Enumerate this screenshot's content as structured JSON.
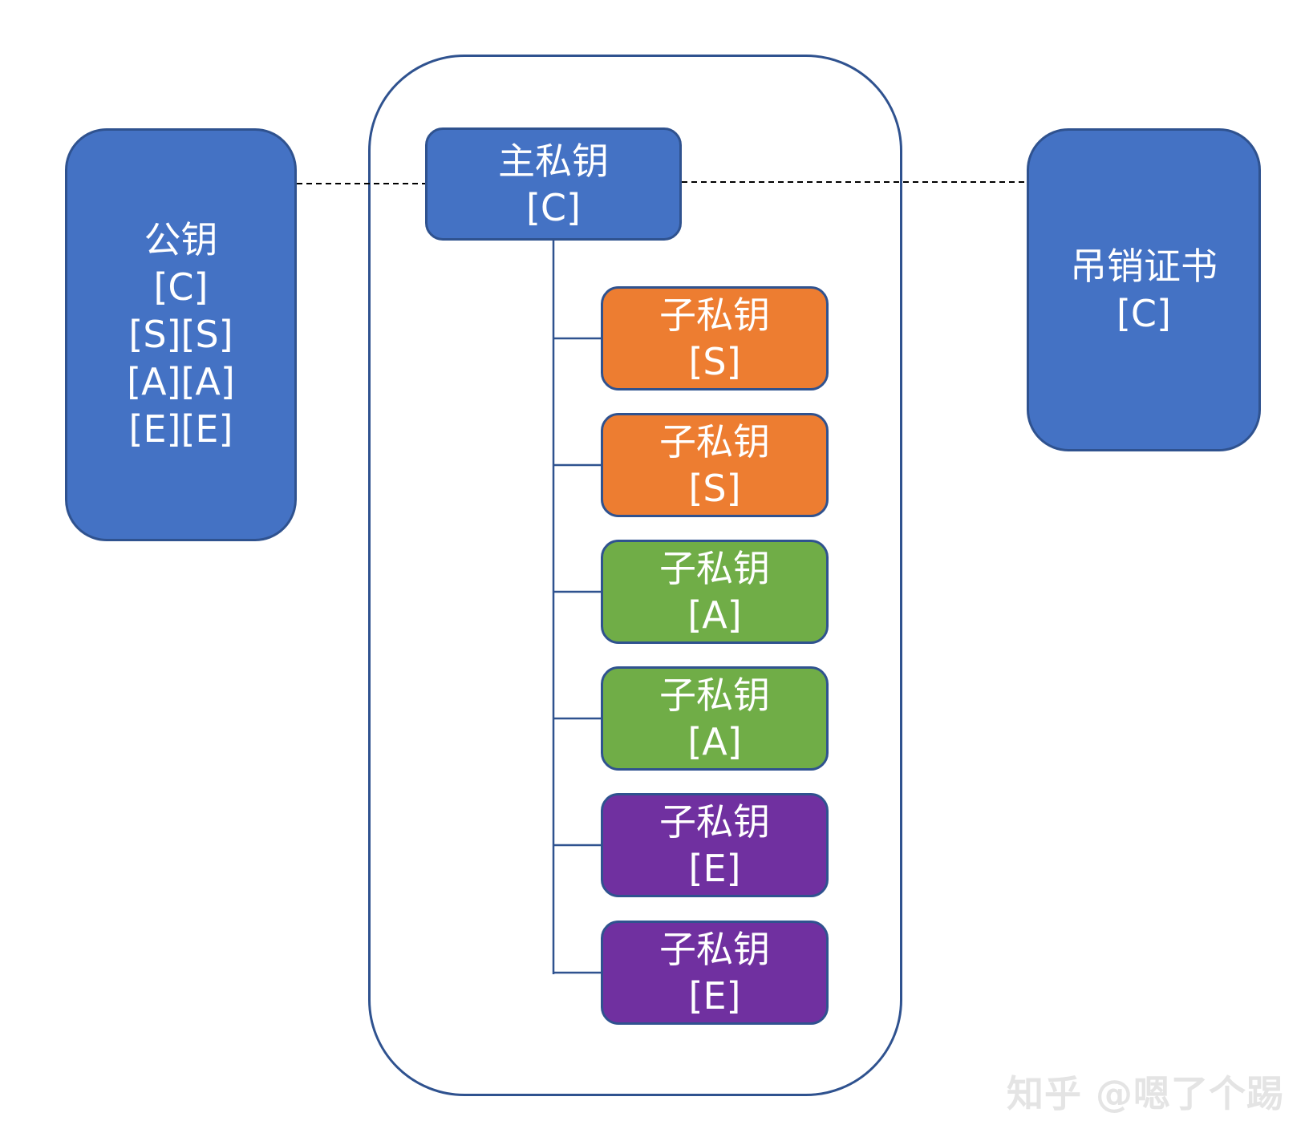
{
  "public_key": {
    "lines": [
      "公钥",
      "[C]",
      "[S][S]",
      "[A][A]",
      "[E][E]"
    ]
  },
  "master_key": {
    "lines": [
      "主私钥",
      "[C]"
    ]
  },
  "subkeys": [
    {
      "title": "子私钥",
      "tag": "[S]",
      "color": "#ed7d31"
    },
    {
      "title": "子私钥",
      "tag": "[S]",
      "color": "#ed7d31"
    },
    {
      "title": "子私钥",
      "tag": "[A]",
      "color": "#70ad47"
    },
    {
      "title": "子私钥",
      "tag": "[A]",
      "color": "#70ad47"
    },
    {
      "title": "子私钥",
      "tag": "[E]",
      "color": "#7030a0"
    },
    {
      "title": "子私钥",
      "tag": "[E]",
      "color": "#7030a0"
    }
  ],
  "revocation_certificate": {
    "lines": [
      "吊销证书",
      "[C]"
    ]
  },
  "watermark": "知乎 @嗯了个踢",
  "colors": {
    "blue": "#4472c4",
    "border": "#2f528f",
    "orange": "#ed7d31",
    "green": "#70ad47",
    "purple": "#7030a0"
  }
}
